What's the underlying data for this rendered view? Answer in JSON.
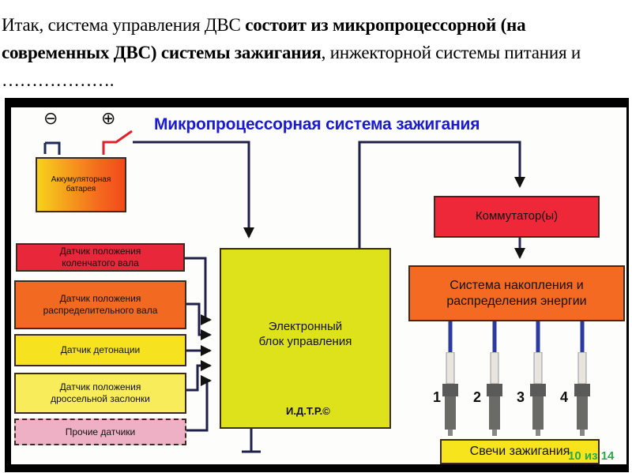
{
  "intro": {
    "part1": "Итак, система управления ДВС ",
    "bold1": "состоит из микропроцессорной (на современных ДВС) системы зажигания",
    "part2": ", инжекторной системы питания и ………………."
  },
  "diagram": {
    "title": "Микропроцессорная система зажигания",
    "battery": {
      "label": "Аккумуляторная батарея",
      "minus_symbol": "⊖",
      "plus_symbol": "⊕"
    },
    "sensors": [
      {
        "label": "Датчик положения коленчатого вала",
        "color": "#e8283a"
      },
      {
        "label": "Датчик положения распределительного вала",
        "color": "#f26a22"
      },
      {
        "label": "Датчик детонации",
        "color": "#f6e21e"
      },
      {
        "label": "Датчик положения дроссельной заслонки",
        "color": "#f8ec5a"
      },
      {
        "label": "Прочие датчики",
        "color": "#eeb0c4"
      }
    ],
    "ecu": {
      "label": "Электронный блок управления",
      "signature": "И.Д.Т.Р.©",
      "color": "#dde21a"
    },
    "commutator": {
      "label": "Коммутатор(ы)",
      "color": "#ee2838"
    },
    "energy_system": {
      "label": "Система накопления и распределения энергии",
      "color": "#f46a22"
    },
    "spark_plugs": {
      "numbers": [
        "1",
        "2",
        "3",
        "4"
      ],
      "label": "Свечи зажигания",
      "color": "#f8e41c"
    },
    "wire_color": "#1f1f4a"
  },
  "page_indicator": "10 из 14"
}
